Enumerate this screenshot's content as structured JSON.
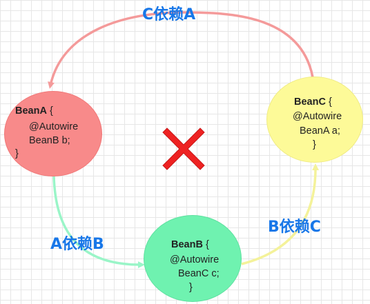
{
  "edges": {
    "c_depends_a": "C依赖A",
    "a_depends_b": "A依赖B",
    "b_depends_c": "B依赖C"
  },
  "nodes": {
    "bean_a": {
      "name": "BeanA",
      "open": " {",
      "annotation": "@Autowire",
      "field": "BeanB b;",
      "close": "}"
    },
    "bean_b": {
      "name": "BeanB",
      "open": " {",
      "annotation": "@Autowire",
      "field": "BeanC c;",
      "close": "}"
    },
    "bean_c": {
      "name": "BeanC",
      "open": " {",
      "annotation": "@Autowire",
      "field": "BeanA a;",
      "close": "}"
    }
  },
  "colors": {
    "bean_a_fill": "#f88a8a",
    "bean_b_fill": "#6ff2b0",
    "bean_c_fill": "#fdfa98",
    "edge_c_to_a": "#f49a9a",
    "edge_a_to_b": "#9af5c8",
    "edge_b_to_c": "#f4f29a",
    "label": "#1877e8",
    "cross": "#ee2222"
  },
  "icons": {
    "center": "cross-mark-icon"
  }
}
